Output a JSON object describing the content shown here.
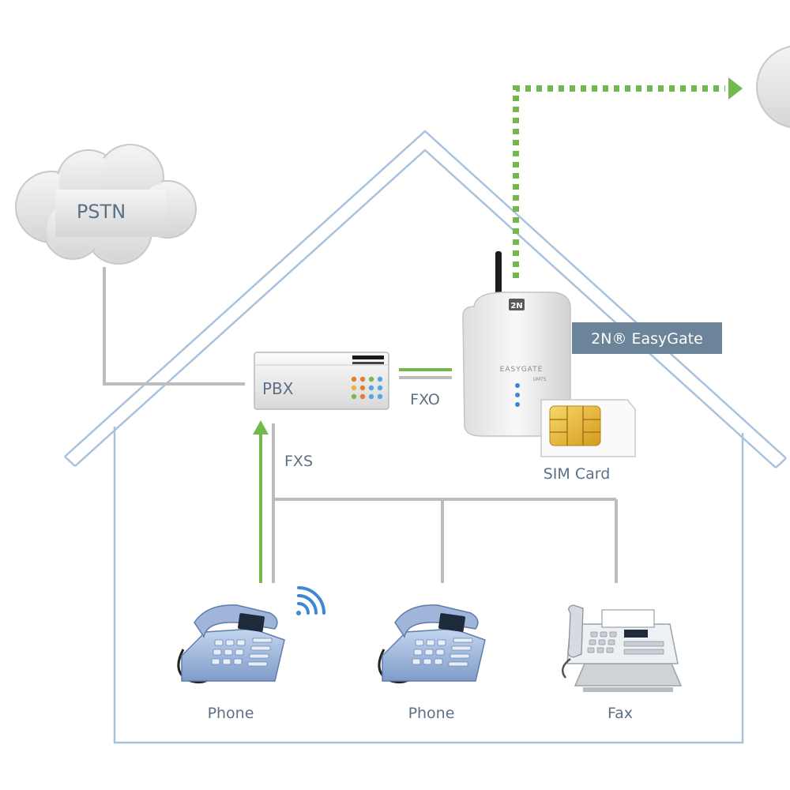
{
  "network": {
    "pstn_label": "PSTN"
  },
  "pbx": {
    "label": "PBX",
    "fxs_label": "FXS",
    "fxo_label": "FXO"
  },
  "gateway": {
    "product_name": "2N® EasyGate",
    "front_brand": "EASYGATE",
    "front_model": "UMTS",
    "logo_text": "2N"
  },
  "sim": {
    "label": "SIM Card"
  },
  "devices": [
    {
      "label": "Phone",
      "icon": "desk-phone-icon",
      "wireless": true
    },
    {
      "label": "Phone",
      "icon": "desk-phone-icon",
      "wireless": false
    },
    {
      "label": "Fax",
      "icon": "fax-machine-icon",
      "wireless": false
    }
  ],
  "colors": {
    "house_outline": "#a9c2dc",
    "wire": "#bdbdbd",
    "green_link": "#73b84d",
    "wifi": "#3f86d6",
    "tag_bg": "#6b8499",
    "label_text": "#5c7185"
  }
}
